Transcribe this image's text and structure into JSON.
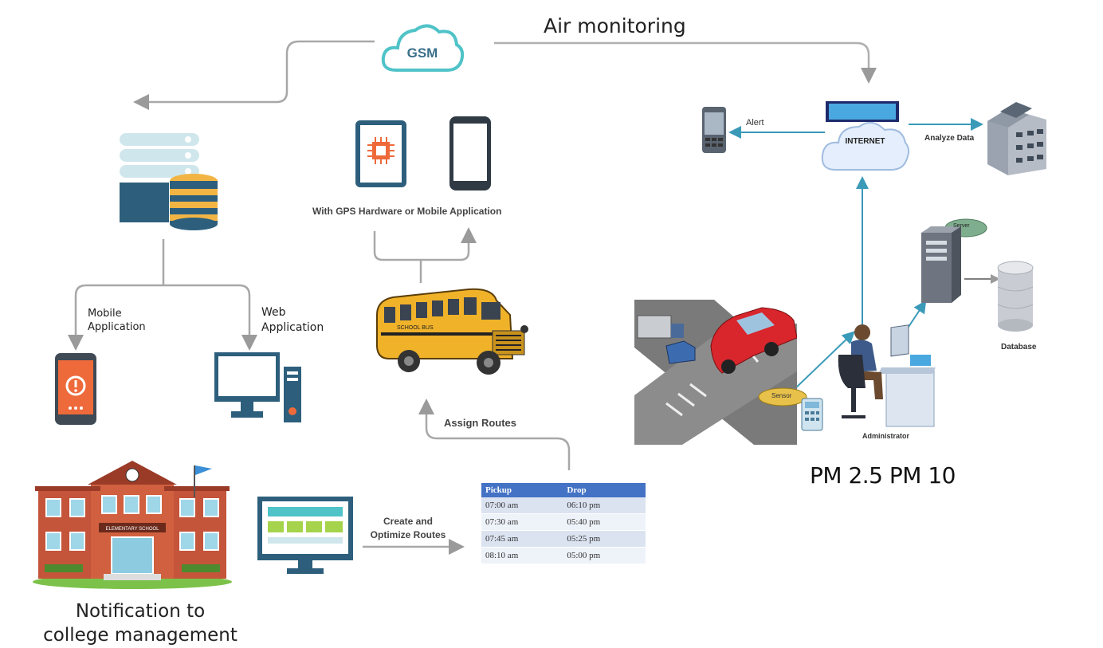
{
  "title": "Air monitoring",
  "gsm_label": "GSM",
  "gps_caption": "With GPS Hardware or Mobile Application",
  "mobile_app_label": "Mobile\nApplication",
  "web_app_label": "Web\nApplication",
  "assign_routes_label": "Assign Routes",
  "create_optimize_label": "Create and\nOptimize Routes",
  "notification_label": "Notification to\ncollege management",
  "school_sign": "ELEMENTARY SCHOOL",
  "bus_plate": "SCHOOL BUS",
  "alert_label": "Alert",
  "internet_label": "INTERNET",
  "analyze_label": "Analyze Data",
  "server_label": "Server",
  "database_label": "Database",
  "sensor_label": "Sensor",
  "admin_label": "Administrator",
  "pm_label": "PM 2.5 PM 10",
  "routes_table": {
    "headers": [
      "Pickup",
      "Drop"
    ],
    "rows": [
      [
        "07:00 am",
        "06:10 pm"
      ],
      [
        "07:30 am",
        "05:40 pm"
      ],
      [
        "07:45 am",
        "05:25 pm"
      ],
      [
        "08:10 am",
        "05:00 pm"
      ]
    ]
  }
}
